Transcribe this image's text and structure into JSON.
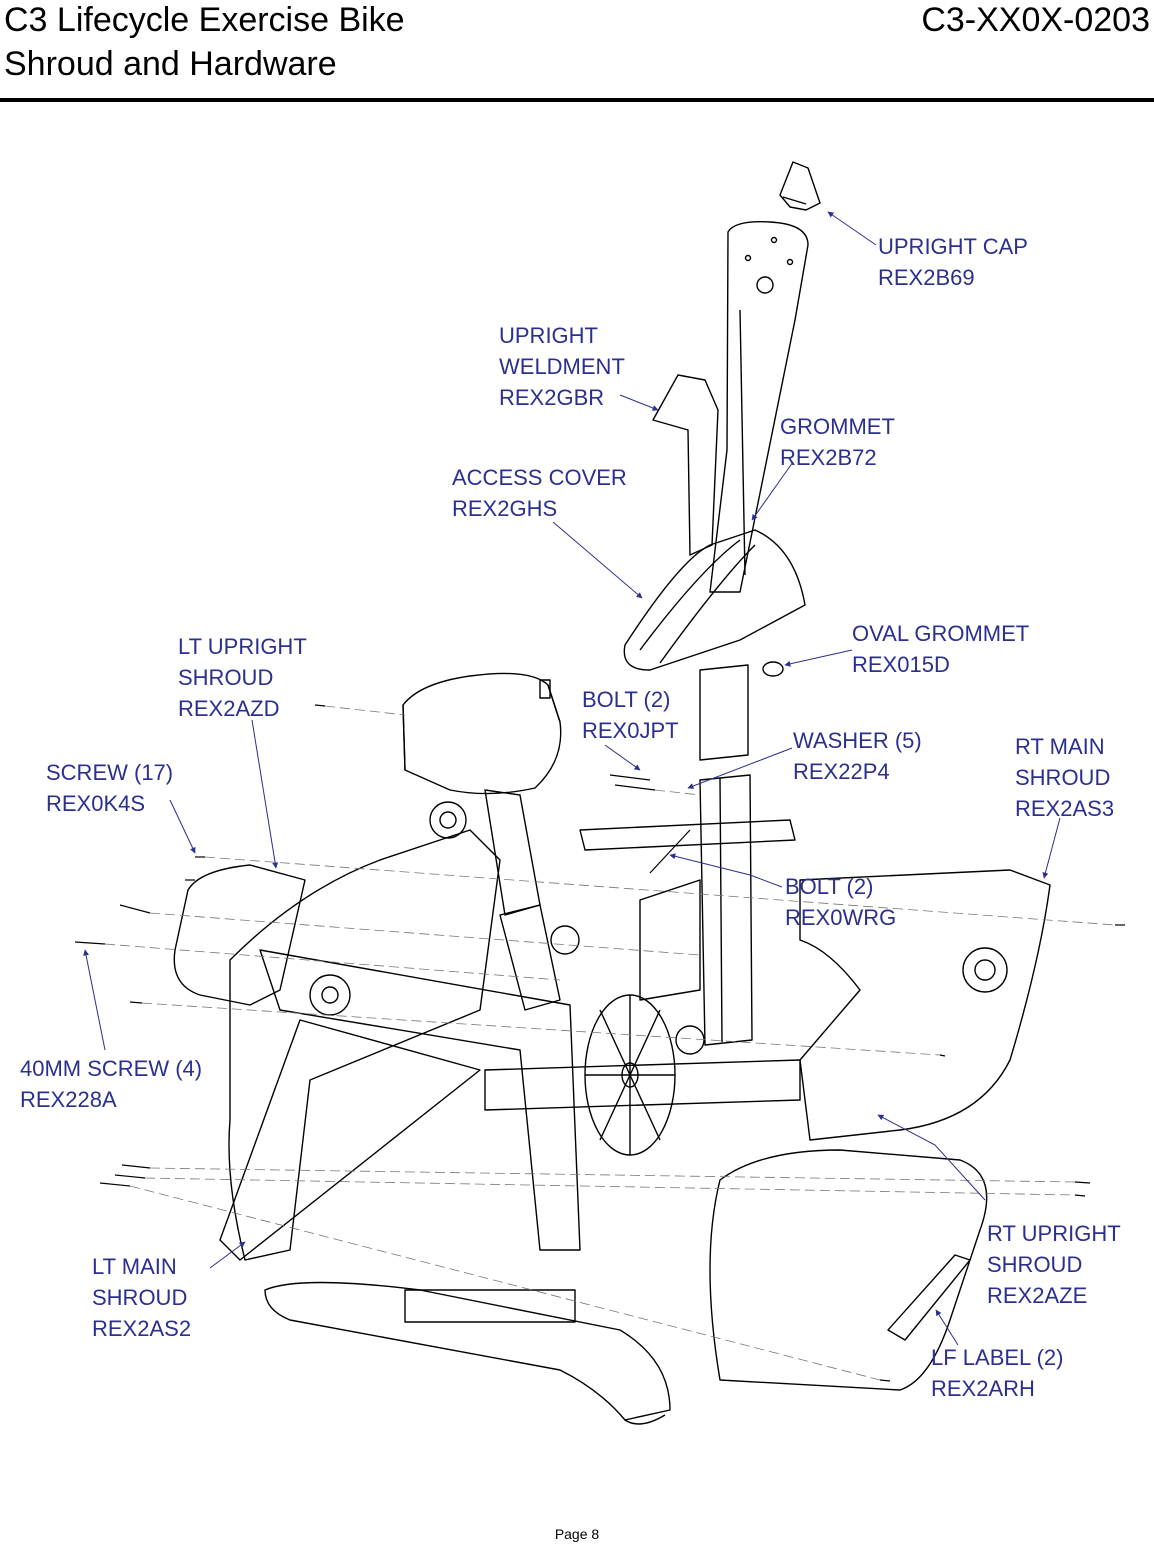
{
  "header": {
    "title_line1": "C3 Lifecycle Exercise Bike",
    "title_line2": "Shroud and Hardware",
    "part_number": "C3-XX0X-0203"
  },
  "callouts": {
    "upright_cap": [
      "UPRIGHT CAP",
      "REX2B69"
    ],
    "upright_weldment": [
      "UPRIGHT",
      "WELDMENT",
      "REX2GBR"
    ],
    "grommet": [
      "GROMMET",
      "REX2B72"
    ],
    "access_cover": [
      "ACCESS COVER",
      "REX2GHS"
    ],
    "oval_grommet": [
      "OVAL GROMMET",
      "REX015D"
    ],
    "lt_upright_shroud": [
      "LT UPRIGHT",
      "SHROUD",
      "REX2AZD"
    ],
    "bolt_jpt": [
      "BOLT (2)",
      "REX0JPT"
    ],
    "washer": [
      "WASHER (5)",
      "REX22P4"
    ],
    "rt_main_shroud": [
      "RT MAIN",
      "SHROUD",
      "REX2AS3"
    ],
    "screw": [
      "SCREW (17)",
      "REX0K4S"
    ],
    "bolt_wrg": [
      "BOLT (2)",
      "REX0WRG"
    ],
    "screw_40mm": [
      "40MM SCREW (4)",
      "REX228A"
    ],
    "rt_upright_shroud": [
      "RT UPRIGHT",
      "SHROUD",
      "REX2AZE"
    ],
    "lt_main_shroud": [
      "LT MAIN",
      "SHROUD",
      "REX2AS2"
    ],
    "lf_label": [
      "LF LABEL (2)",
      "REX2ARH"
    ]
  },
  "footer": {
    "page": "Page 8"
  },
  "colors": {
    "callout_text": "#2b2f8f",
    "line_art": "#000000"
  }
}
